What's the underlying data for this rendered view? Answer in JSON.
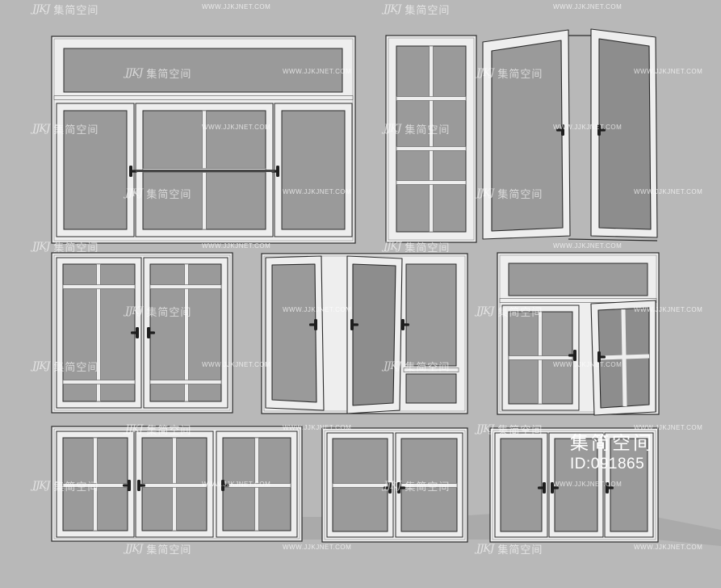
{
  "watermark": {
    "logo": "JJKJ",
    "brand_cn": "集简空间",
    "site_url": "WWW.JJKJNET.COM"
  },
  "id_label": {
    "brand_cn": "集简空间",
    "id_text": "ID:091865"
  },
  "colors": {
    "background": "#b8b8b8",
    "frame": "#eeeeee",
    "glass": "#9a9a9a",
    "glass_open": "#8d8d8d",
    "outline": "#2a2a2a",
    "handle": "#1e1e1e",
    "shadow": "#a4a4a4"
  },
  "windows": [
    {
      "id": "window-1-fixed-top-three-pane"
    },
    {
      "id": "window-2-grid-casement-open"
    },
    {
      "id": "window-3-double-casement-grid"
    },
    {
      "id": "window-4-triple-casement-open"
    },
    {
      "id": "window-5-transom-open-sash"
    },
    {
      "id": "window-6-triple-grid"
    },
    {
      "id": "window-7-double-crossbar"
    },
    {
      "id": "window-8-triple-plain"
    }
  ]
}
